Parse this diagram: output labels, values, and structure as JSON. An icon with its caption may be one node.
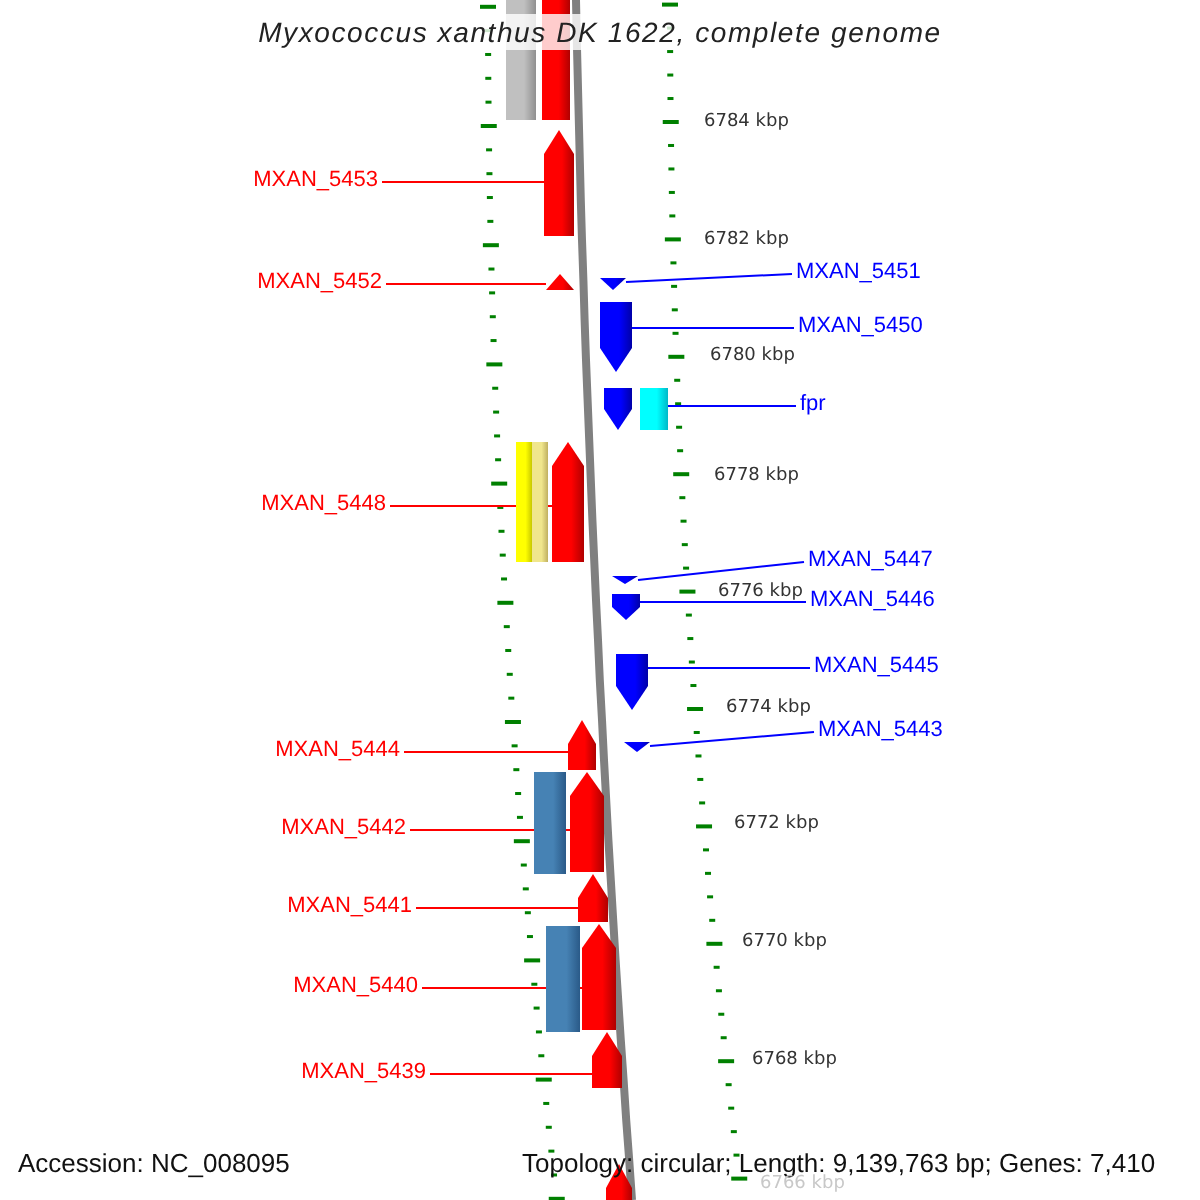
{
  "diagram": {
    "title": "Myxococcus xanthus DK 1622, complete genome",
    "nodes": [
      {
        "text": [
          "MXAN_5453"
        ]
      },
      {
        "text": [
          "MXAN_5452"
        ]
      },
      {
        "text": [
          "MXAN_5451"
        ]
      },
      {
        "text": [
          "MXAN_5450"
        ]
      },
      {
        "text": [
          "fpr"
        ]
      },
      {
        "text": [
          "MXAN_5448"
        ]
      },
      {
        "text": [
          "MXAN_5447"
        ]
      },
      {
        "text": [
          "MXAN_5446"
        ]
      },
      {
        "text": [
          "MXAN_5445"
        ]
      },
      {
        "text": [
          "MXAN_5443"
        ]
      },
      {
        "text": [
          "MXAN_5444"
        ]
      },
      {
        "text": [
          "MXAN_5442"
        ]
      },
      {
        "text": [
          "MXAN_5441"
        ]
      },
      {
        "text": [
          "MXAN_5440"
        ]
      },
      {
        "text": [
          "MXAN_5439"
        ]
      },
      {
        "text": [],
        "shape": "arrow"
      },
      {
        "text": [],
        "shape": "triangle"
      },
      {
        "text": [],
        "shape": "triangle"
      },
      {
        "text": [],
        "shape": "arrow"
      },
      {
        "text": [],
        "shape": "bar"
      },
      {
        "text": [],
        "shape": "arrow"
      },
      {
        "text": [],
        "shape": "triangle"
      },
      {
        "text": [],
        "shape": "arrow"
      },
      {
        "text": [],
        "shape": "arrow"
      },
      {
        "text": [],
        "shape": "triangle"
      },
      {
        "text": [],
        "shape": "arrow"
      },
      {
        "text": [],
        "shape": "arrow"
      },
      {
        "text": [],
        "shape": "arrow"
      },
      {
        "text": [],
        "shape": "arrow"
      },
      {
        "text": [],
        "shape": "arrow"
      },
      {
        "text": [],
        "shape": "bar"
      },
      {
        "text": [],
        "shape": "bar"
      },
      {
        "text": [],
        "shape": "arrow"
      },
      {
        "text": [],
        "shape": "bar"
      },
      {
        "text": [],
        "shape": "bar"
      },
      {
        "text": [],
        "shape": "bar"
      },
      {
        "text": [],
        "shape": "bar"
      },
      {
        "text": [],
        "shape": "arrow"
      }
    ],
    "edges": [
      {
        "from": 0,
        "to": 15,
        "arrow": "none"
      },
      {
        "from": 1,
        "to": 16,
        "arrow": "none"
      },
      {
        "from": 2,
        "to": 17,
        "arrow": "none",
        "color": "#0000ff"
      },
      {
        "from": 3,
        "to": 18,
        "arrow": "none",
        "color": "#0000ff"
      },
      {
        "from": 4,
        "to": 19,
        "arrow": "none",
        "color": "#0000ff"
      },
      {
        "from": 5,
        "to": 20,
        "arrow": "none"
      },
      {
        "from": 6,
        "to": 21,
        "arrow": "none",
        "color": "#0000ff"
      },
      {
        "from": 7,
        "to": 22,
        "arrow": "none",
        "color": "#0000ff"
      },
      {
        "from": 8,
        "to": 23,
        "arrow": "none",
        "color": "#0000ff"
      },
      {
        "from": 9,
        "to": 24,
        "arrow": "none",
        "color": "#0000ff"
      },
      {
        "from": 10,
        "to": 25,
        "arrow": "none"
      },
      {
        "from": 11,
        "to": 26,
        "arrow": "none"
      },
      {
        "from": 12,
        "to": 27,
        "arrow": "none"
      },
      {
        "from": 13,
        "to": 28,
        "arrow": "none"
      },
      {
        "from": 14,
        "to": 29,
        "arrow": "none"
      }
    ],
    "labels": [
      "6784 kbp",
      "6782 kbp",
      "6780 kbp",
      "6778 kbp",
      "6776 kbp",
      "6774 kbp",
      "6772 kbp",
      "6770 kbp",
      "6768 kbp",
      "Accession: NC_008095",
      "Topology: circular; Length: 9,139,763 bp; Genes: 7,410",
      "6766 kbp"
    ]
  }
}
